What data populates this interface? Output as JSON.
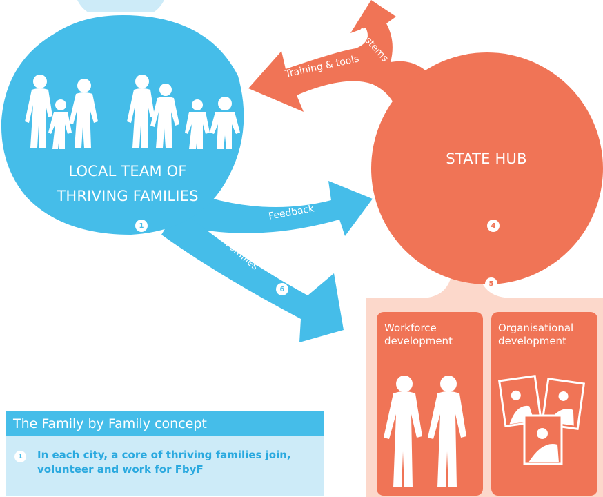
{
  "local_team": {
    "title_line1": "LOCAL TEAM OF",
    "title_line2": "THRIVING FAMILIES",
    "badge": "1"
  },
  "state_hub": {
    "title": "STATE HUB",
    "badge": "4"
  },
  "arrows": {
    "systems": "Systems",
    "training": "Training & tools",
    "feedback": "Feedback",
    "families": "Families",
    "families_badge": "6"
  },
  "hub_support": {
    "badge": "5",
    "workforce": "Workforce development",
    "organisational": "Organisational development"
  },
  "legend": {
    "heading": "The Family by Family concept",
    "items": [
      {
        "number": "1",
        "text": "In each city, a core of thriving families join, volunteer and work for FbyF"
      }
    ]
  },
  "colors": {
    "blue": "#45bde9",
    "light_blue": "#cdebf8",
    "orange": "#f07456",
    "peach": "#fcd8cb",
    "white": "#ffffff"
  }
}
